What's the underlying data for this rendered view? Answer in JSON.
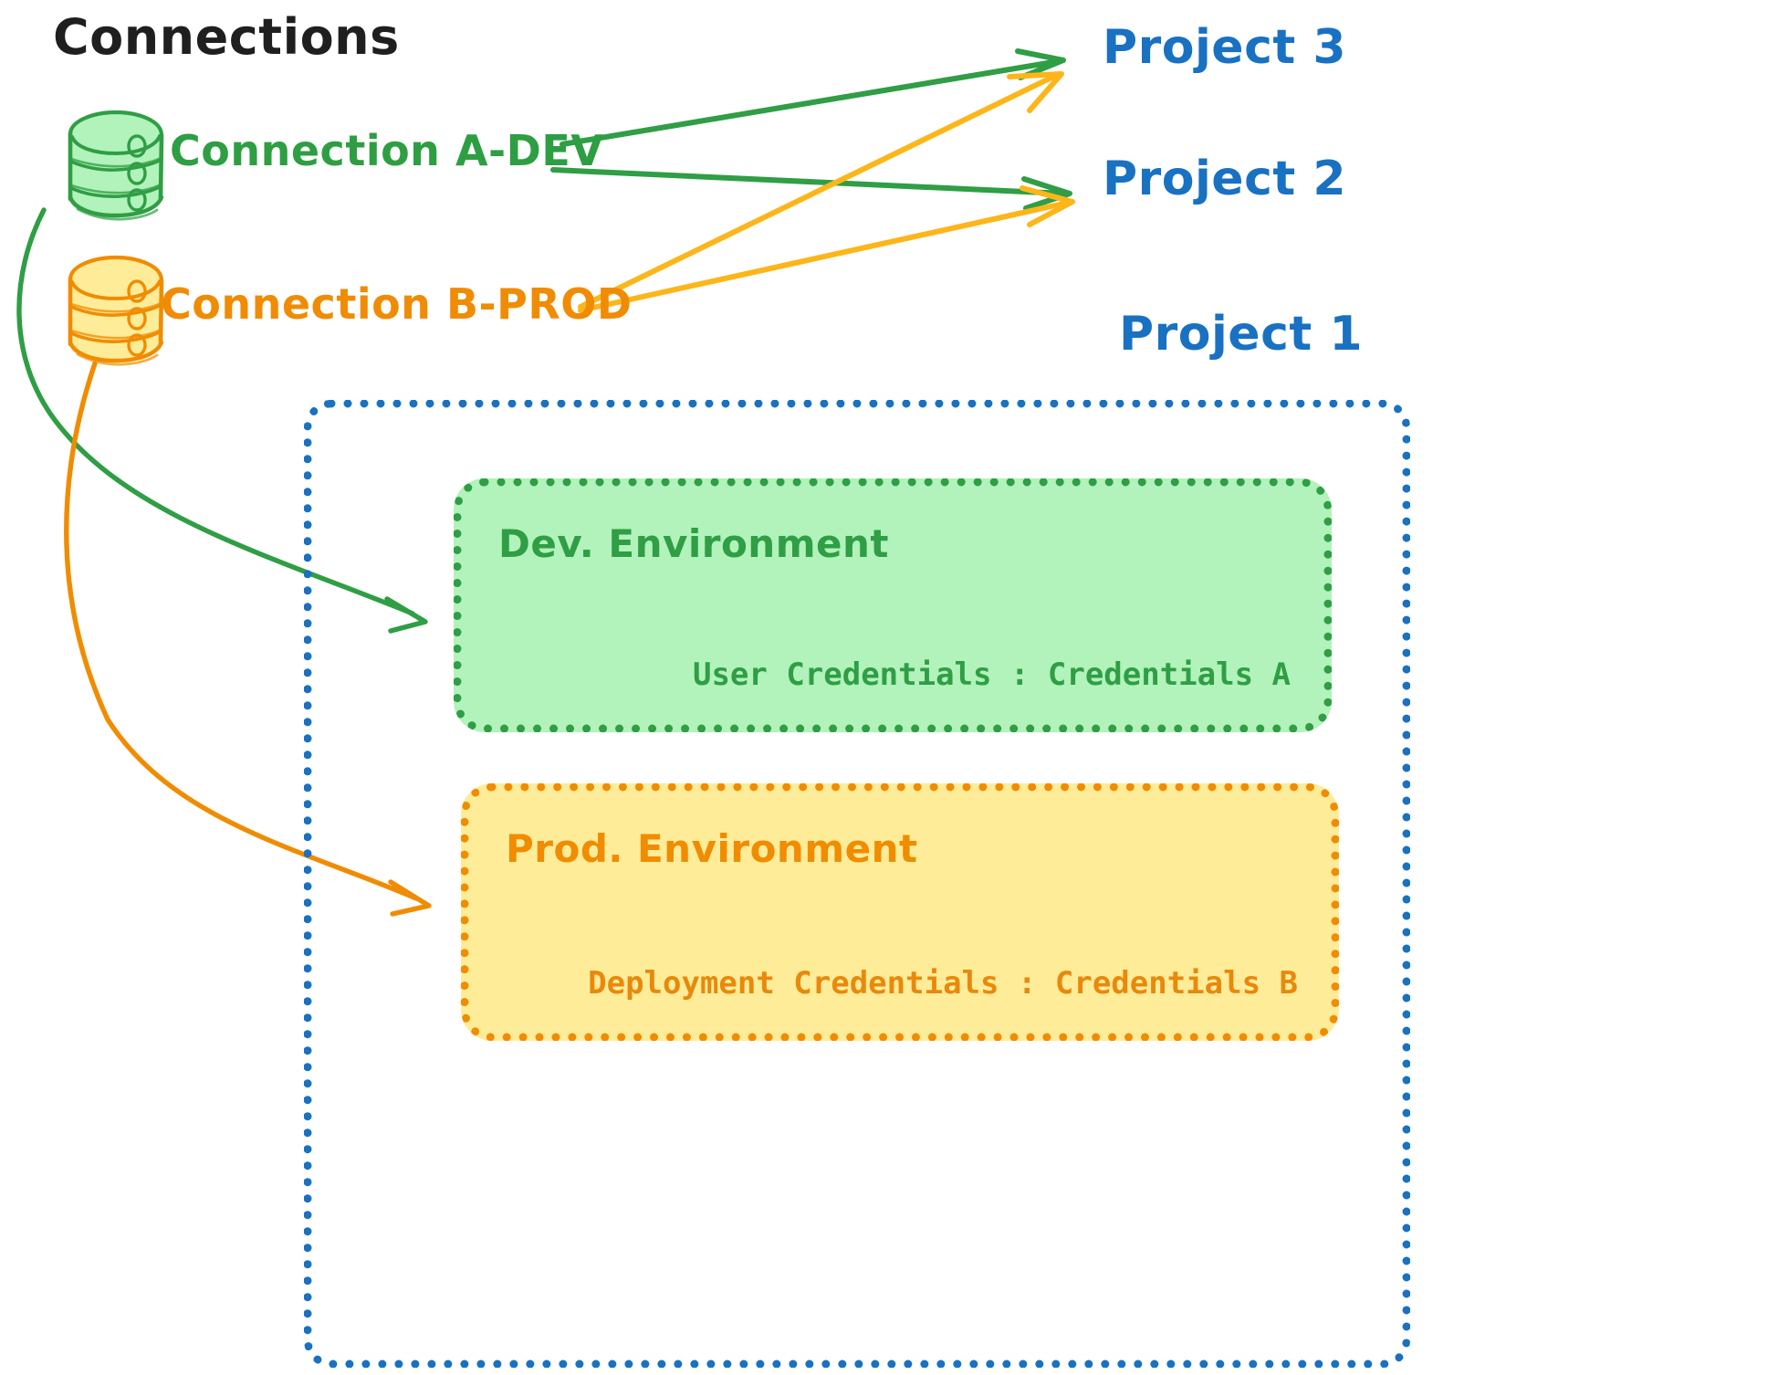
{
  "diagram": {
    "title": "Connections",
    "type": "architecture-diagram"
  },
  "connections": {
    "heading": "Connections",
    "items": [
      {
        "label": "Connection A-DEV",
        "color": "#2e9e43",
        "icon": "database-icon",
        "targets": [
          "Project 3",
          "Project 2",
          "Dev. Environment"
        ]
      },
      {
        "label": "Connection B-PROD",
        "color": "#f08c04",
        "icon": "database-icon",
        "targets": [
          "Project 3",
          "Project 2",
          "Prod. Environment"
        ]
      }
    ]
  },
  "projects": {
    "color": "#1971c2",
    "items": [
      {
        "label": "Project 3"
      },
      {
        "label": "Project 2"
      },
      {
        "label": "Project 1"
      }
    ]
  },
  "project1": {
    "label": "Project 1",
    "border_color": "#1971c2",
    "environments": [
      {
        "name": "dev",
        "title": "Dev. Environment",
        "credentials_label": "User Credentials",
        "credentials_separator": ":",
        "credentials_value": "Credentials A",
        "credentials_text": "User Credentials : Credentials A",
        "fill": "#b2f2bb",
        "border_color": "#2f9e44",
        "text_color": "#2f9e44"
      },
      {
        "name": "prod",
        "title": "Prod. Environment",
        "credentials_label": "Deployment Credentials",
        "credentials_separator": ":",
        "credentials_value": "Credentials B",
        "credentials_text": "Deployment Credentials : Credentials B",
        "fill": "#ffec99",
        "border_color": "#f08c00",
        "text_color": "#e8890c"
      }
    ]
  },
  "colors": {
    "green_stroke": "#2f9e44",
    "green_fill": "#b2f2bb",
    "orange_stroke": "#f08c00",
    "orange_fill": "#ffec99",
    "blue": "#1971c2",
    "black": "#1f1f1f",
    "background": "#ffffff"
  }
}
